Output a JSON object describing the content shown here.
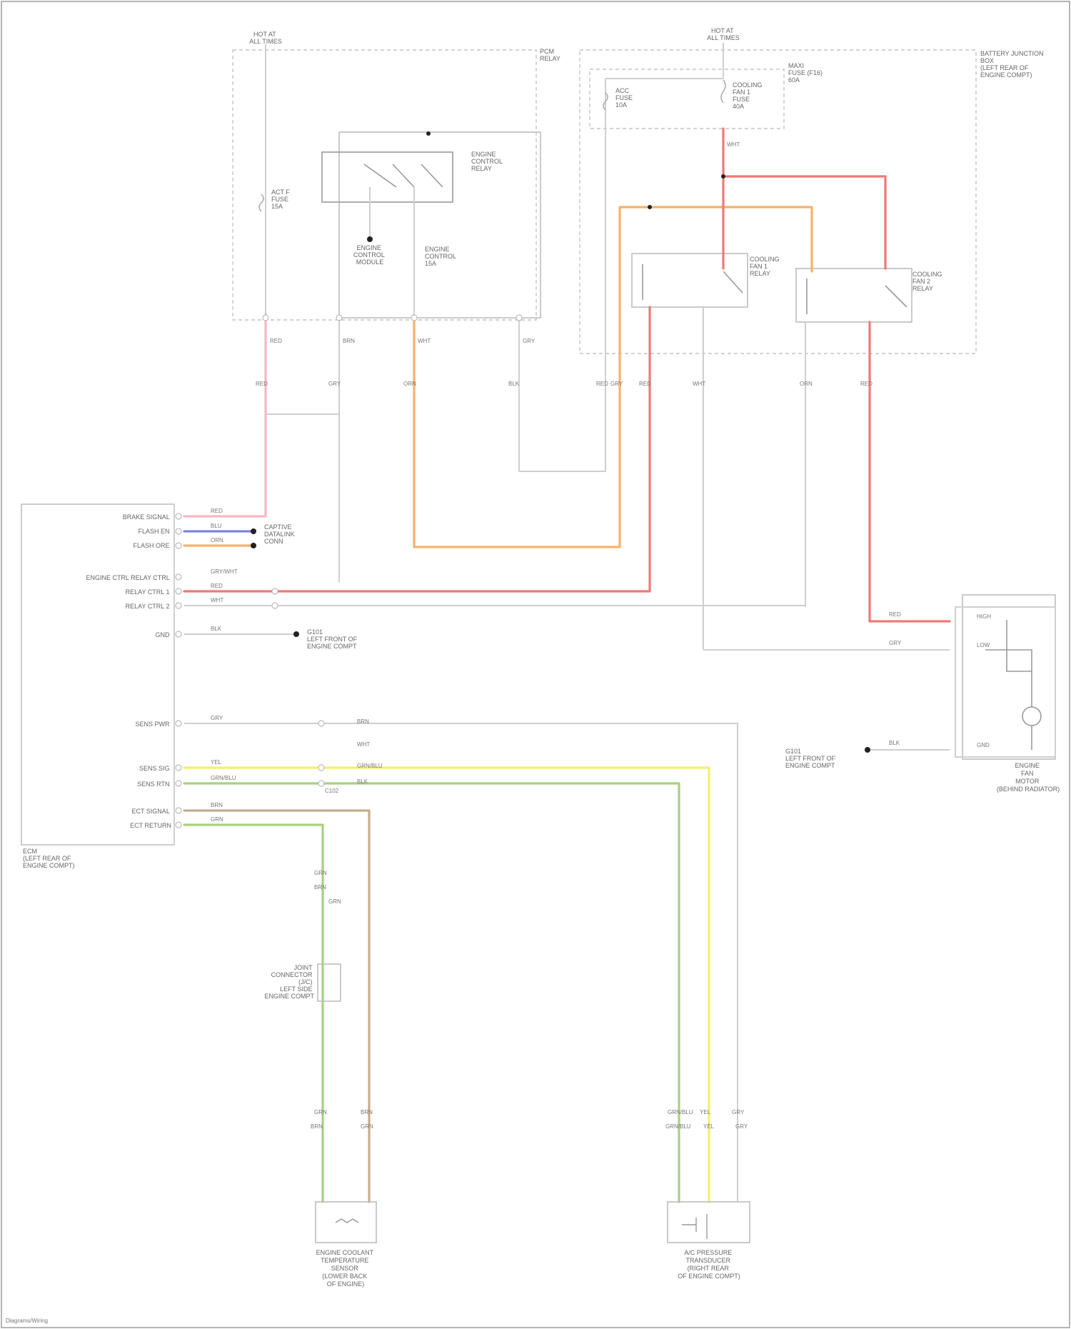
{
  "frame": {},
  "fuse_panel": {
    "hot_label": [
      "HOT AT",
      "ALL TIMES"
    ],
    "box_label": [
      "PCM",
      "RELAY"
    ],
    "fuse_label": [
      "ACT F",
      "FUSE",
      "15A"
    ],
    "relay_label": [
      "ENGINE",
      "CONTROL",
      "RELAY"
    ],
    "ground_label": [
      "ENGINE",
      "CONTROL",
      "MODULE"
    ],
    "fuse2_label": [
      "ENGINE",
      "CONTROL",
      "15A"
    ]
  },
  "bjb": {
    "hot_label": [
      "HOT AT",
      "ALL TIMES"
    ],
    "box_label": [
      "BATTERY JUNCTION",
      "BOX",
      "(LEFT REAR OF",
      "ENGINE COMPT)"
    ],
    "fuse_label": [
      "MAXI",
      "FUSE (F16)",
      "60A"
    ],
    "fuse_small_label": [
      "ACC",
      "FUSE",
      "10A"
    ],
    "fuse_big_label": [
      "COOLING",
      "FAN 1",
      "FUSE",
      "40A"
    ],
    "relay1_label": [
      "COOLING",
      "FAN 1",
      "RELAY"
    ],
    "relay2_label": [
      "COOLING",
      "FAN 2",
      "RELAY"
    ]
  },
  "ecm": {
    "label": [
      "ECM",
      "(LEFT REAR OF",
      "ENGINE COMPT)"
    ],
    "pins": [
      "BRAKE SIGNAL",
      "FLASH EN",
      "FLASH ORE",
      "ENGINE CTRL RELAY CTRL",
      "RELAY CTRL 1",
      "RELAY CTRL 2",
      "GND",
      "SENS PWR",
      "SENS SIG",
      "SENS RTN",
      "ECT SIGNAL",
      "ECT RETURN"
    ],
    "lines": [
      "RED",
      "BLU",
      "ORN",
      "GRY/WHT",
      "RED",
      "WHT",
      "BLK",
      "GRY",
      "YEL",
      "GRN/BLU",
      "BRN",
      "GRN"
    ],
    "ground": [
      "G101",
      "LEFT FRONT OF",
      "ENGINE COMPT"
    ],
    "dlc": [
      "CAPTIVE",
      "DATALINK",
      "CONN"
    ]
  },
  "fan": {
    "label": [
      "ENGINE",
      "FAN",
      "MOTOR",
      "(BEHIND RADIATOR)"
    ],
    "pins": [
      "HIGH",
      "LOW",
      "GND"
    ],
    "wires": [
      "RED",
      "GRY",
      "BLK"
    ],
    "ground": [
      "G101",
      "LEFT FRONT OF",
      "ENGINE COMPT"
    ]
  },
  "inline": [
    "C102",
    "BRN",
    "GRN",
    "GRN/BLU",
    "BLK",
    "BRN",
    "WHT"
  ],
  "jumper": {
    "label": [
      "JOINT",
      "CONNECTOR",
      "(J/C)",
      "LEFT SIDE",
      "ENGINE COMPT"
    ]
  },
  "sensor_ect": {
    "label": [
      "ENGINE COOLANT",
      "TEMPERATURE",
      "SENSOR",
      "(LOWER BACK",
      "OF ENGINE)"
    ],
    "wires": [
      "BRN",
      "GRN"
    ]
  },
  "sensor_ac": {
    "label": [
      "A/C PRESSURE",
      "TRANSDUCER",
      "(RIGHT REAR",
      "OF ENGINE COMPT)"
    ],
    "wires": [
      "GRN/BLU",
      "YEL",
      "GRY"
    ]
  },
  "wire_labels": [
    "RED",
    "RED",
    "GRY",
    "BRN",
    "ORN",
    "WHT",
    "BLK",
    "GRY",
    "RED",
    "GRY",
    "WHT",
    "RED",
    "ORN",
    "RED",
    "WHT",
    "GRN",
    "GRN/BLU",
    "YEL",
    "GRY",
    "GRN",
    "BRN"
  ],
  "footer": "Diagrams/Wiring",
  "colors": {
    "red": "#f07878",
    "pink": "#f7b6c6",
    "orange": "#f6b26b",
    "yellow": "#f4ef6a",
    "green": "#a6d37c",
    "tan": "#c8ac8c",
    "blue": "#7d82e6",
    "gray": "#cccccc"
  }
}
